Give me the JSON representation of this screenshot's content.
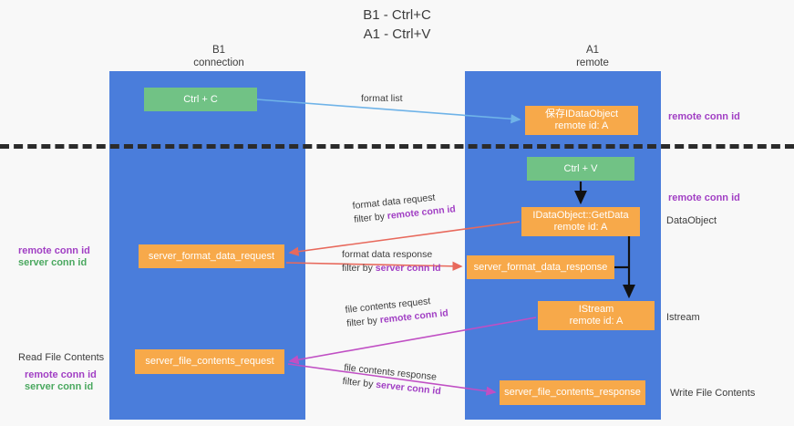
{
  "title": "B1 - Ctrl+C\nA1 - Ctrl+V",
  "columns": {
    "left": "B1\nconnection",
    "right": "A1\nremote"
  },
  "nodes": {
    "ctrl_c": "Ctrl + C",
    "idataobject": "保存IDataObject\nremote id: A",
    "ctrl_v": "Ctrl + V",
    "getdata": "IDataObject::GetData\nremote id: A",
    "server_format_data_request": "server_format_data_request",
    "server_format_data_response": "server_format_data_response",
    "istream": "IStream\nremote id: A",
    "server_file_contents_request": "server_file_contents_request",
    "server_file_contents_response": "server_file_contents_response"
  },
  "edges": {
    "format_list": "format list",
    "format_data_request": "format data request",
    "format_data_request_filter_prefix": "filter by ",
    "format_data_request_filter_key": "remote conn id",
    "format_data_response": "format data response",
    "format_data_response_filter_prefix": "filter by ",
    "format_data_response_filter_key": "server conn id",
    "file_contents_request": "file contents request",
    "file_contents_request_filter_prefix": "filter by ",
    "file_contents_request_filter_key": "remote conn id",
    "file_contents_response": "file contents response",
    "file_contents_response_filter_prefix": "filter by ",
    "file_contents_response_filter_key": "server conn id"
  },
  "annotations": {
    "right_remote_conn_id_top": "remote conn id",
    "right_remote_conn_id_mid": "remote conn id",
    "dataobject": "DataObject",
    "istream": "Istream",
    "write_file_contents": "Write File Contents",
    "left_remote_conn_id": "remote conn id",
    "left_server_conn_id": "server conn id",
    "read_file_contents": "Read File Contents",
    "left_remote_conn_id_2": "remote conn id",
    "left_server_conn_id_2": "server conn id"
  },
  "colors": {
    "lane": "#4a7ddb",
    "green_node": "#71c285",
    "orange_node": "#f7a94a",
    "remote_conn_id": "#a13fc4",
    "server_conn_id": "#4aa85f",
    "edge_blue": "#6fb3e8",
    "edge_red": "#e8695c",
    "edge_magenta": "#c04fc4",
    "edge_black": "#111111",
    "divider": "#2b2b2b"
  }
}
